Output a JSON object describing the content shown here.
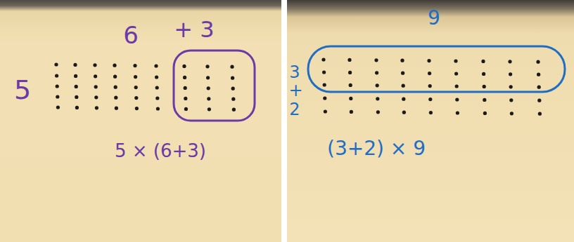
{
  "diagram": {
    "labels": [
      "6",
      "+ 3",
      "5",
      "5 × (6+3)",
      "9",
      "3 + 2",
      "(3+2) × 9"
    ]
  }
}
